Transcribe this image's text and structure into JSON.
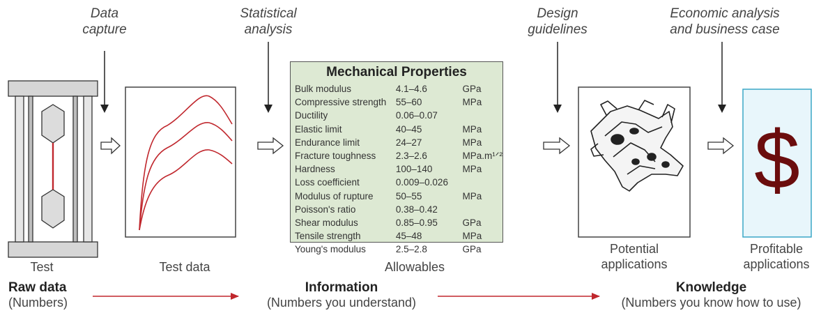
{
  "stage_labels": {
    "data_capture": [
      "Data",
      "capture"
    ],
    "statistical_analysis": [
      "Statistical",
      "analysis"
    ],
    "design_guidelines": [
      "Design",
      "guidelines"
    ],
    "economic_analysis": [
      "Economic analysis",
      "and business case"
    ]
  },
  "properties_table": {
    "title": "Mechanical Properties",
    "rows": [
      {
        "name": "Bulk modulus",
        "range": "4.1–4.6",
        "unit": "GPa"
      },
      {
        "name": "Compressive strength",
        "range": "55–60",
        "unit": "MPa"
      },
      {
        "name": "Ductility",
        "range": "0.06–0.07",
        "unit": ""
      },
      {
        "name": "Elastic limit",
        "range": "40–45",
        "unit": "MPa"
      },
      {
        "name": "Endurance limit",
        "range": "24–27",
        "unit": "MPa"
      },
      {
        "name": "Fracture toughness",
        "range": "2.3–2.6",
        "unit": "MPa.m¹ᐟ²"
      },
      {
        "name": "Hardness",
        "range": "100–140",
        "unit": "MPa"
      },
      {
        "name": "Loss coefficient",
        "range": "0.009–0.026",
        "unit": ""
      },
      {
        "name": "Modulus of rupture",
        "range": "50–55",
        "unit": "MPa"
      },
      {
        "name": "Poisson's ratio",
        "range": "0.38–0.42",
        "unit": ""
      },
      {
        "name": "Shear modulus",
        "range": "0.85–0.95",
        "unit": "GPa"
      },
      {
        "name": "Tensile strength",
        "range": "45–48",
        "unit": "MPa"
      },
      {
        "name": "Young's modulus",
        "range": "2.5–2.8",
        "unit": "GPa"
      }
    ]
  },
  "bottom_labels": {
    "test": "Test",
    "test_data": "Test data",
    "allowables": "Allowables",
    "potential_applications": [
      "Potential",
      "applications"
    ],
    "profitable_applications": [
      "Profitable",
      "applications"
    ]
  },
  "levels": {
    "raw_data": {
      "title": "Raw data",
      "subtitle": "(Numbers)"
    },
    "information": {
      "title": "Information",
      "subtitle": "(Numbers you understand)"
    },
    "knowledge": {
      "title": "Knowledge",
      "subtitle": "(Numbers you know how to use)"
    }
  },
  "dollar_symbol": "$",
  "colors": {
    "table_bg": "#dde9d3",
    "curve": "#c0272d",
    "arrow_red": "#c0272d",
    "dollar_bg": "#e8f6fb",
    "dollar_border": "#3aa7c6",
    "dollar_text": "#6b0d0d"
  }
}
